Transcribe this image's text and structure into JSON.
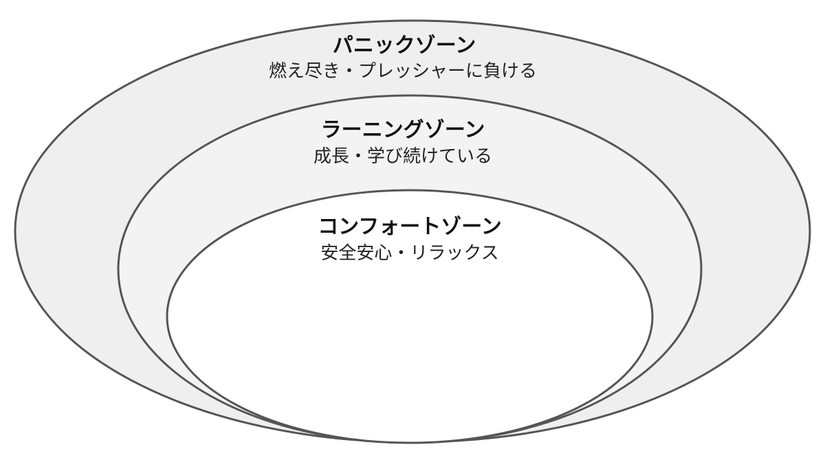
{
  "zones": [
    {
      "title": "パニックゾーン",
      "description": "燃え尽き・プレッシャーに負ける",
      "fill": "#efefef"
    },
    {
      "title": "ラーニングゾーン",
      "description": "成長・学び続けている",
      "fill": "#f3f3f3"
    },
    {
      "title": "コンフォートゾーン",
      "description": "安全安心・リラックス",
      "fill": "#ffffff"
    }
  ]
}
